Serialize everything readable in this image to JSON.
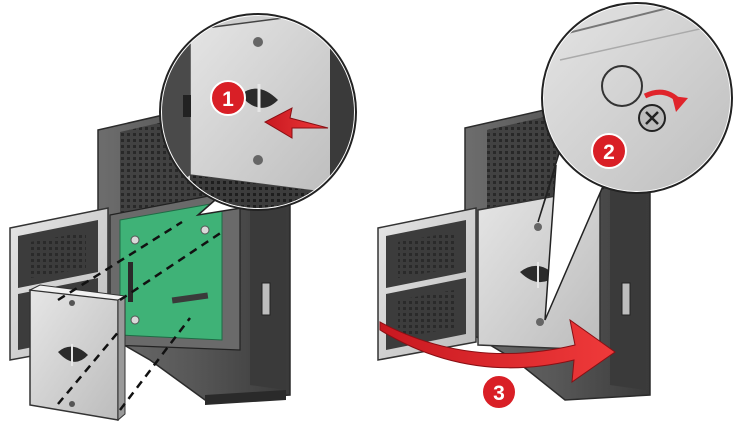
{
  "figure": {
    "steps": [
      {
        "number": "1",
        "action": "push-arrow"
      },
      {
        "number": "2",
        "action": "rotate-screw"
      },
      {
        "number": "3",
        "action": "close-door"
      }
    ]
  },
  "colors": {
    "step_badge": "#d91f26",
    "arrow": "#e0242b",
    "board": "#3fb277",
    "printer_body": "#4a4a4a",
    "door_panel": "#d8d8d8"
  },
  "icons": {
    "step1": "push-arrow-icon",
    "step2": "rotate-arrow-icon",
    "step3": "curved-arrow-icon"
  }
}
